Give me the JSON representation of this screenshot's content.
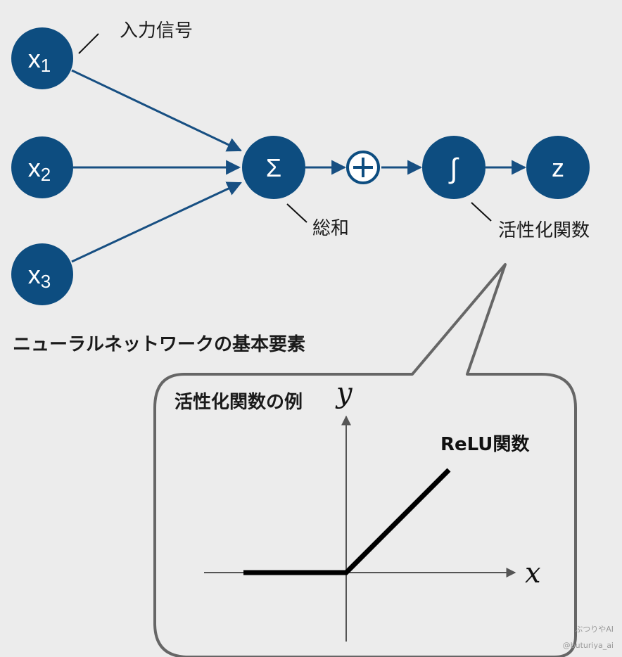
{
  "diagram": {
    "title": "ニューラルネットワークの基本要素",
    "colors": {
      "node": "#0d4d80",
      "edge": "#174f82",
      "background": "#ececec",
      "callout_border": "#666666"
    },
    "inputs": [
      {
        "base": "x",
        "sub": "1"
      },
      {
        "base": "x",
        "sub": "2"
      },
      {
        "base": "x",
        "sub": "3"
      }
    ],
    "sum_symbol": "Σ",
    "plus_symbol": "+",
    "activation_symbol": "∫",
    "output_label": "z",
    "annotations": {
      "input_signal": "入力信号",
      "sum": "総和",
      "activation": "活性化関数"
    }
  },
  "callout": {
    "title": "活性化関数の例",
    "y_axis_label": "y",
    "x_axis_label": "x",
    "curve_label": "ReLU関数"
  },
  "chart_data": {
    "type": "line",
    "title": "ReLU関数",
    "xlabel": "x",
    "ylabel": "y",
    "x": [
      -1,
      0,
      1
    ],
    "y": [
      0,
      0,
      1
    ],
    "xlim": [
      -1,
      1.1
    ],
    "ylim": [
      -0.5,
      1.7
    ],
    "grid": false
  },
  "watermark": {
    "line1": "ぶつりやAI",
    "line2": "@buturiya_ai"
  }
}
